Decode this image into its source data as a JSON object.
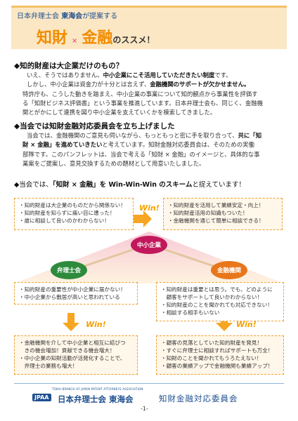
{
  "header": {
    "org": "日本弁理士会 ",
    "org_em": "東海会",
    "org_suffix": "が提案する",
    "title_part1": "知財",
    "title_cross": "×",
    "title_part2": "金融",
    "title_suffix": "のススメ！"
  },
  "section1": {
    "heading": "◆知的財産は大企業だけのもの？",
    "l1a": "いえ、そうではありません。",
    "l1b": "中小企業にこそ活用していただきたい制度",
    "l1c": "です。",
    "l2a": "しかし、中小企業は資金力が十分とは言えず、",
    "l2b": "金融機関のサポートが欠かせません。",
    "l3": "特許庁も、こうした動きを踏まえ、中小企業の事業について知的観点から事業性を評価す",
    "l4": "る「知財ビジネス評価書」という事業を推進しています。日本弁理士会も、同じく、金融機",
    "l5": "関とがかにして連携を図り中小企業を支えていくかを模索してきました。"
  },
  "section2": {
    "heading": "◆当会では知財金融対応委員会を立ち上げました",
    "l1a": "当会では、金融機関のご意見も伺いながら、もっともっと密に手を取り合って、",
    "l1b": "共に「知",
    "l2a": "財 × 金融」を進めていきたい",
    "l2b": "と考えています。知財金融対応委員会は、そのための実働",
    "l3": "部隊です。このパンフレットは、当会で考える「知財 × 金融」のイメージと、具体的な事",
    "l4": "業案をご提案し、意見交換するための題材として用意いたしました。"
  },
  "scheme": {
    "pre": "◆当会では、",
    "bold": "「知財 × 金融」を Win-Win-Win のスキーム",
    "post": "と捉えています！"
  },
  "boxes": {
    "sme_before": [
      "・知的財産は大企業のものだから関係ない！",
      "・知的財産を知らずに痛い目に遭った！",
      "・誰に相談して良いのかわからない！"
    ],
    "sme_after": [
      "・知的財産を活用して業績安定・向上！",
      "・知的財産活用の知識もついた！",
      "・金融機関を通じて簡単に相談できる！"
    ],
    "attorney_before": [
      "・知的財産の重要性が中小企業に届かない！",
      "・中小企業から敷居が高いと思われている"
    ],
    "bank_before": [
      "・知的財産は重要とは思う。でも、どのように",
      "　顧客をサポートして良いかわからない！",
      "・知的財産のことを聞かれても対応できない！",
      "・相談する相手もいない"
    ],
    "attorney_after": [
      "・金融機関を介して中小企業と相互に結びつ",
      "　きの機会増加！貢献できる機会増大！",
      "・中小企業の知財活動が活発化することで、",
      "　弁理士の業務も増大！"
    ],
    "bank_after": [
      "・顧客の見落としていた知的財産を発見！",
      "・すぐに弁理士に相談すればサポートも万全！",
      "・知財のことを聞かれてもうろたえない！",
      "・顧客の業績アップで金融機関も業績アップ！"
    ]
  },
  "nodes": {
    "sme": "中小企業",
    "attorney": "弁理士会",
    "bank": "金融機関"
  },
  "win_label": "Win!",
  "footer": {
    "logo_en": "TOKAI BRANCH OF JAPAN PATENT ATTORNEYS ASSOCIATION",
    "logo_badge": "JPAA",
    "logo_main": "日本弁理士会 東海会",
    "page": "-1-",
    "committee": "知財金融対応委員会"
  },
  "colors": {
    "accent_orange": "#f28c00",
    "pink": "#e85a8a",
    "navy": "#1f4f8f",
    "node_magenta": "#c2185b",
    "node_green": "#2e8b3d",
    "node_orange": "#e8761a"
  }
}
